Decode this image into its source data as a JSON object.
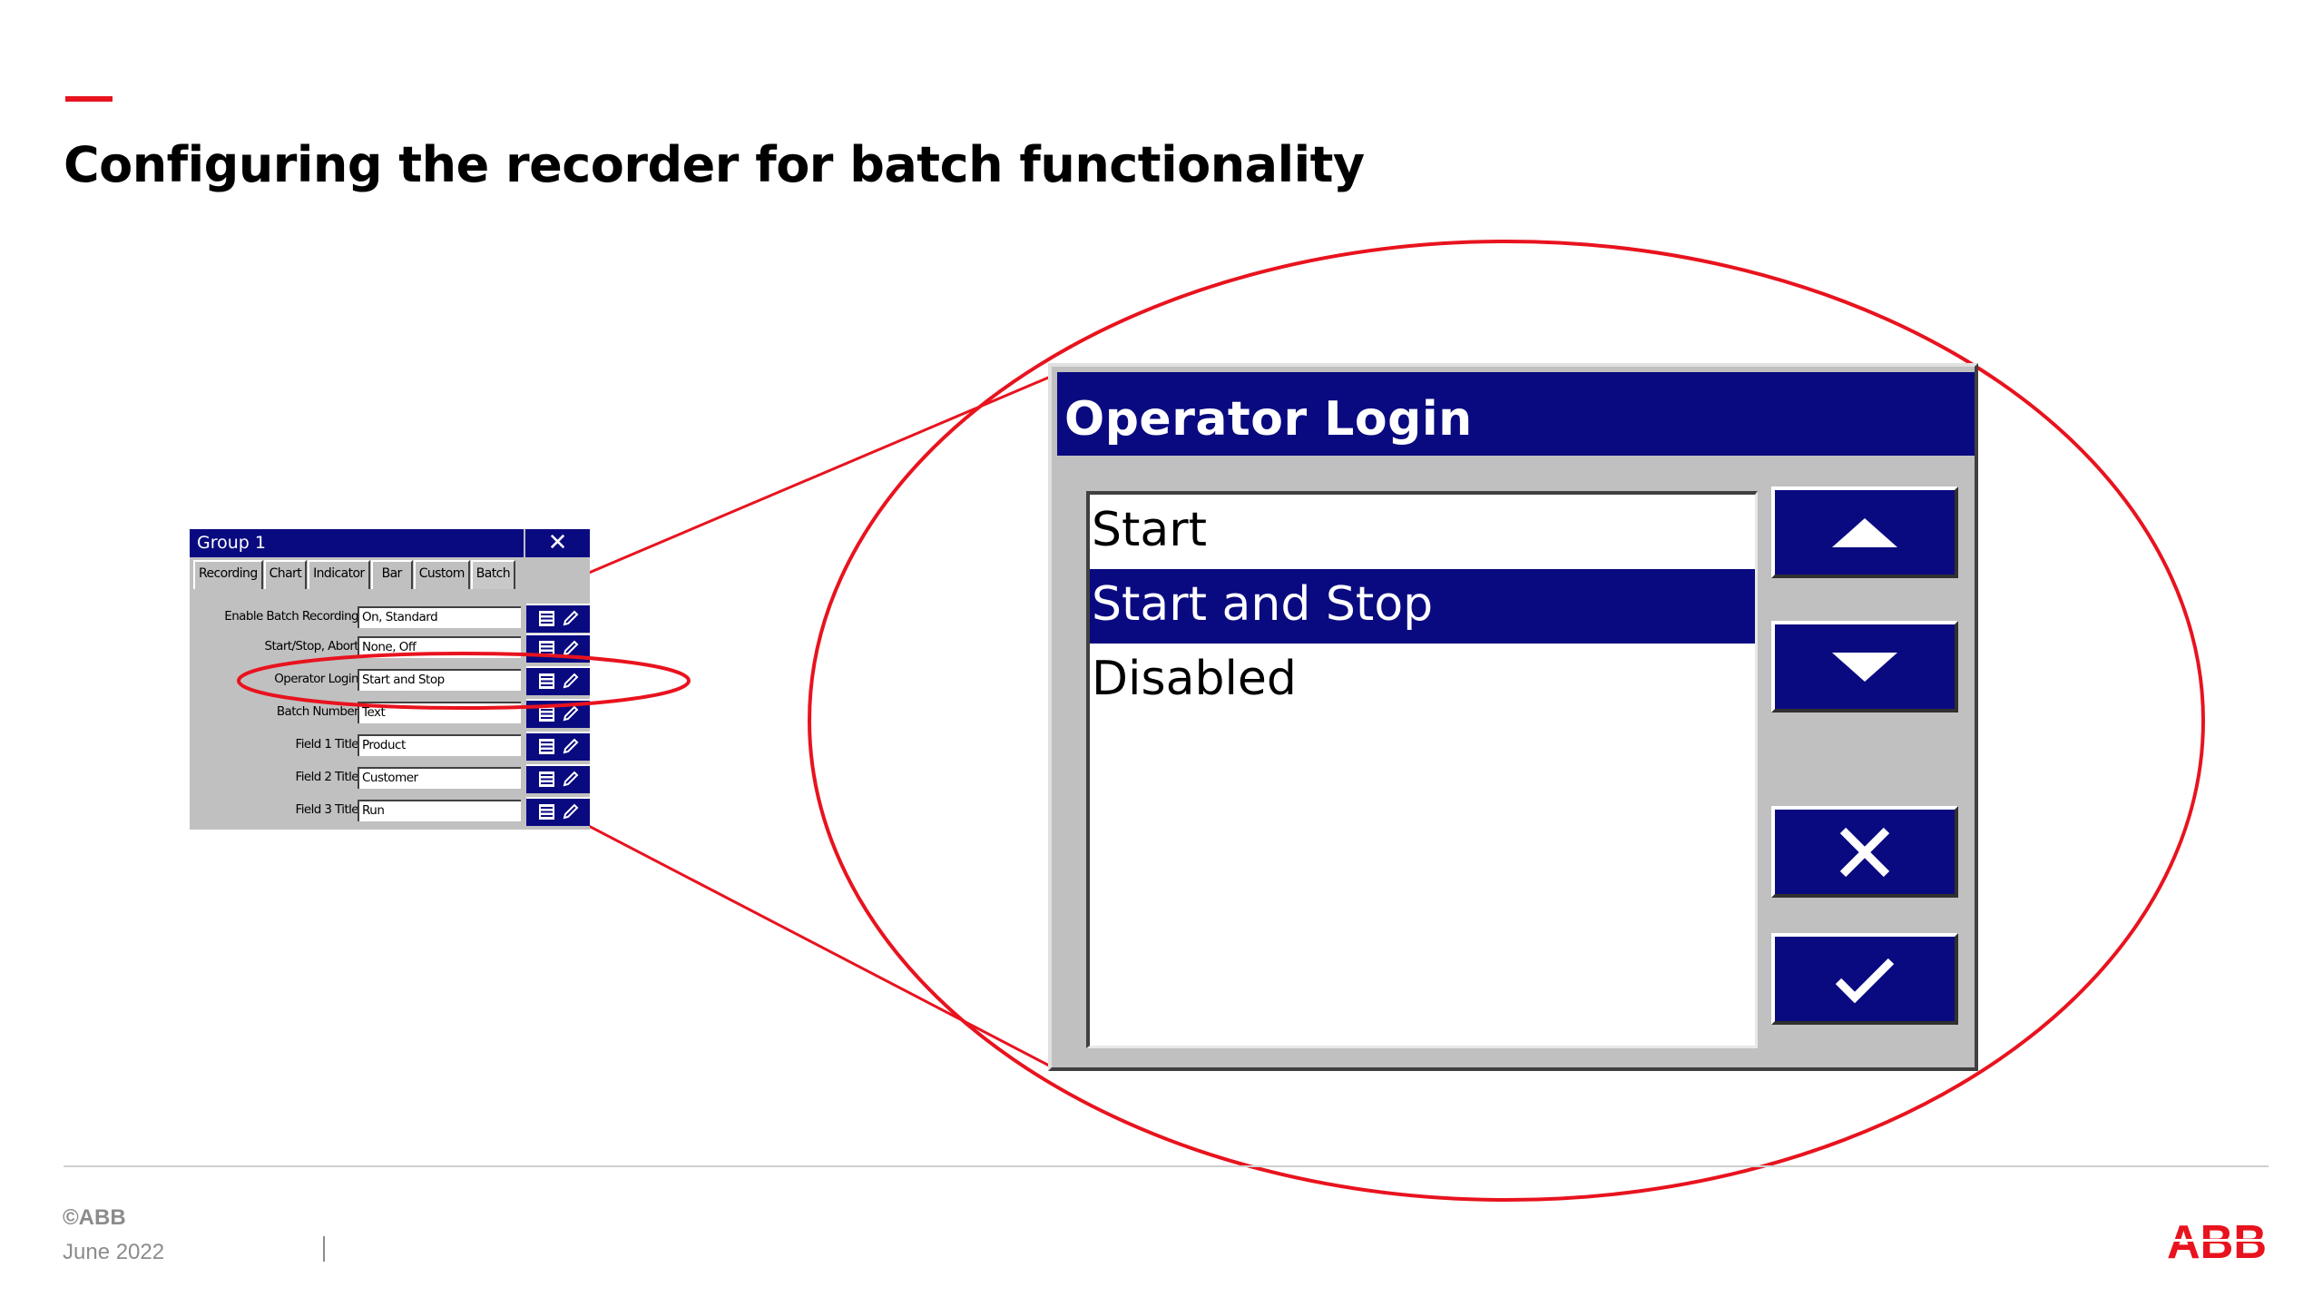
{
  "slide": {
    "title": "Configuring the recorder for batch functionality",
    "accent_color": "#e8131e"
  },
  "small_dialog": {
    "title": "Group 1",
    "close_icon": "close-icon",
    "tabs": [
      "Recording",
      "Chart",
      "Indicator",
      "Bar",
      "Custom",
      "Batch"
    ],
    "active_tab": "Batch",
    "rows": [
      {
        "label": "Enable Batch Recording",
        "value": "On, Standard"
      },
      {
        "label": "Start/Stop, Abort",
        "value": "None, Off"
      },
      {
        "label": "Operator Login",
        "value": "Start and Stop"
      },
      {
        "label": "Batch Number",
        "value": "Text"
      },
      {
        "label": "Field 1 Title",
        "value": "Product"
      },
      {
        "label": "Field 2 Title",
        "value": "Customer"
      },
      {
        "label": "Field 3 Title",
        "value": "Run"
      }
    ],
    "row_icons": [
      "list-icon",
      "pencil-icon"
    ],
    "highlighted_row": "Operator Login"
  },
  "big_dialog": {
    "title": "Operator Login",
    "options": [
      "Start",
      "Start and Stop",
      "Disabled"
    ],
    "selected_option": "Start and Stop",
    "buttons": {
      "up": "arrow-up-icon",
      "down": "arrow-down-icon",
      "cancel": "close-icon",
      "ok": "checkmark-icon"
    },
    "title_color": "#0a0a80"
  },
  "footer": {
    "copyright": "©ABB",
    "date": "June 2022",
    "separator": "|",
    "logo_text": "ABB",
    "logo_color": "#e8131e"
  }
}
